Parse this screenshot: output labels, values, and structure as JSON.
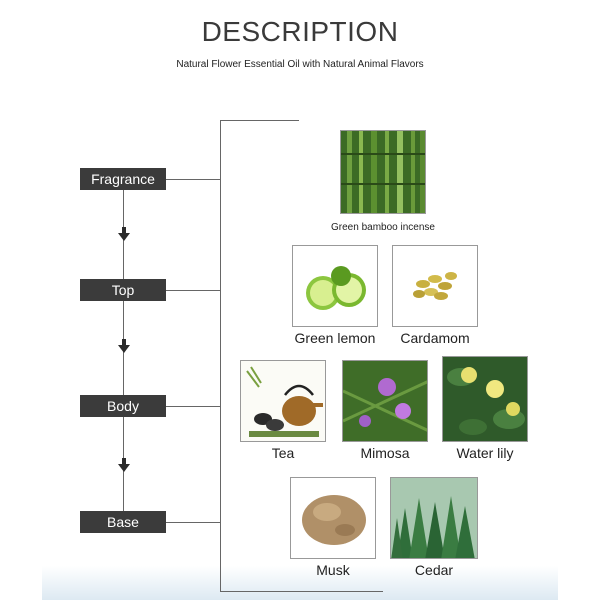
{
  "header": {
    "title": "DESCRIPTION",
    "subtitle": "Natural Flower Essential Oil with Natural Animal Flavors"
  },
  "stages": [
    "Fragrance",
    "Top",
    "Body",
    "Base"
  ],
  "notes": {
    "bamboo": "Green bamboo incense",
    "lemon": "Green lemon",
    "cardamom": "Cardamom",
    "tea": "Tea",
    "mimosa": "Mimosa",
    "waterlily": "Water lily",
    "musk": "Musk",
    "cedar": "Cedar"
  },
  "colors": {
    "stage_bg": "#3b3b3b",
    "line": "#666666",
    "bamboo": "#3f7a28",
    "lemon": "#9acd32",
    "cardamom": "#c8b040",
    "tea": "#a06a28",
    "mimosa": "#b06ad0",
    "waterlily": "#e8e070",
    "musk": "#b09068",
    "cedar": "#2f6e3a"
  }
}
